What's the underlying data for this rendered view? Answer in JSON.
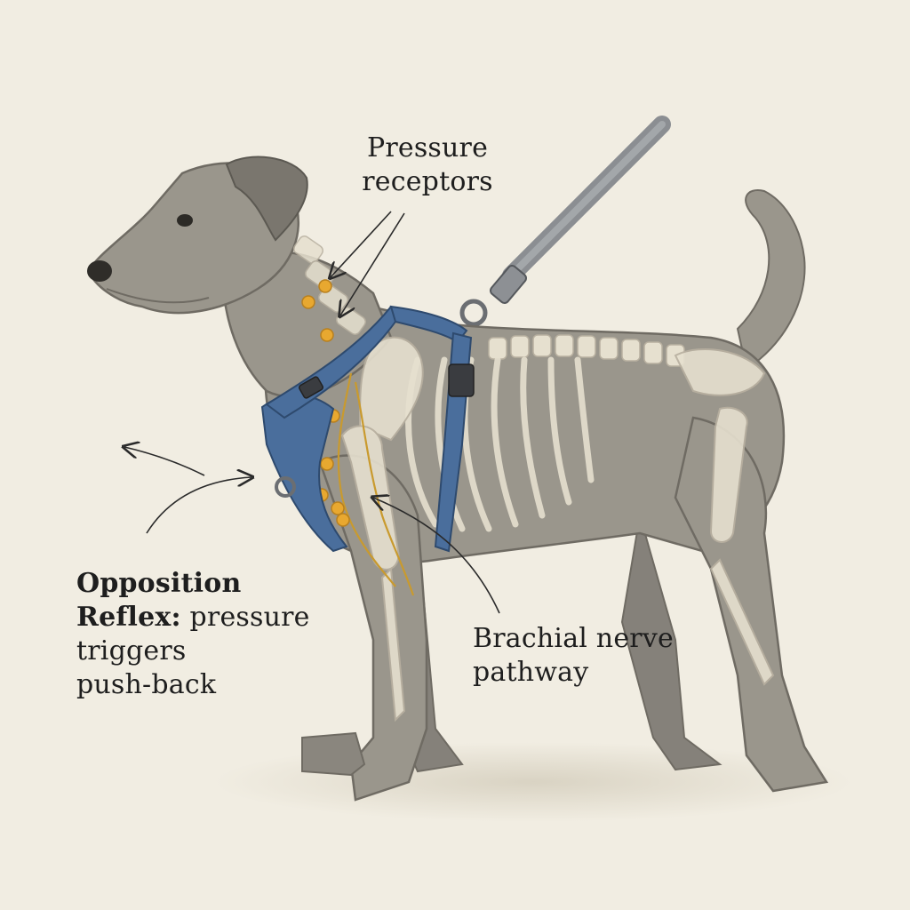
{
  "labels": {
    "pressure_receptors": {
      "line1": "Pressure",
      "line2": "receptors"
    },
    "brachial_nerve": {
      "line1": "Brachial nerve",
      "line2": "pathway"
    },
    "opposition_reflex": {
      "title_part1": "Opposition",
      "title_part2": "Reflex:",
      "desc1": " pressure",
      "desc2": "triggers",
      "desc3": "push-back"
    }
  },
  "colors": {
    "background": "#f1ede2",
    "fur": "#9a968c",
    "fur_dark": "#6f6b63",
    "bone": "#e6e0cf",
    "harness": "#4a6e9c",
    "nerve": "#c99a2e",
    "receptor": "#e8a830",
    "leash": "#8b8e92",
    "ink": "#1e1e1e"
  }
}
